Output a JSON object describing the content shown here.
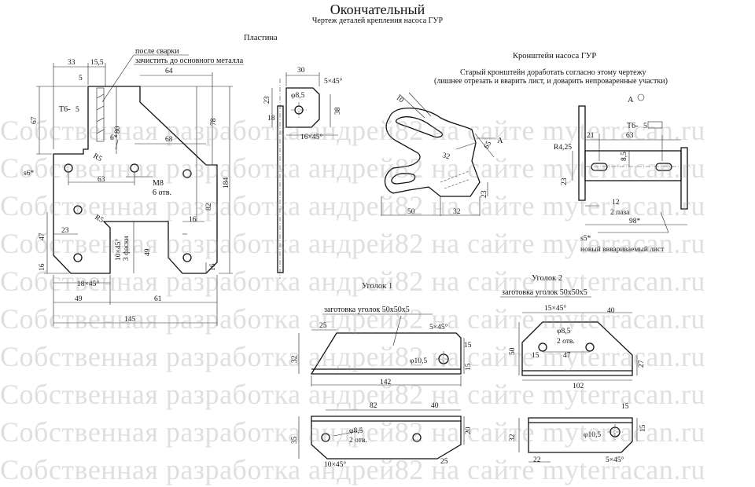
{
  "header": {
    "title": "Окончательный",
    "subtitle": "Чертеж деталей крепления насоса ГУР"
  },
  "watermark": {
    "text": "Собственная разработка андрей82 на сайте myterracan.ru",
    "rows": 10
  },
  "plate": {
    "heading": "Пластина",
    "note_line1": "после сварки",
    "note_line2": "зачистить до основного металла",
    "weld": "Т6-",
    "weld_len": "5",
    "dims": {
      "d33": "33",
      "d15_5": "15,5",
      "d5": "5",
      "d64": "64",
      "d67": "67",
      "d80": "80",
      "d6s": "6*",
      "d78": "78",
      "d68": "68",
      "r5a": "R5",
      "s6": "s6*",
      "d63": "63",
      "m8": "М8",
      "holes6": "6 отв.",
      "d184": "184",
      "r5b": "R5",
      "d47": "47",
      "d23": "23",
      "d16a": "16",
      "chamfer": "10×45°",
      "chamfer_note": "3 фаски",
      "d49v": "49",
      "d82": "82",
      "d16b": "16",
      "d16c": "16",
      "d18x45": "18×45°",
      "d49": "49",
      "d61": "61",
      "d145": "145"
    }
  },
  "small_part": {
    "dims": {
      "d30": "30",
      "d5x45": "5×45°",
      "d23": "23",
      "hole": "φ8,5",
      "d38": "38",
      "d18": "18",
      "d16x45": "16×45°"
    }
  },
  "bracket": {
    "heading": "Кронштейн насоса ГУР",
    "note_line1": "Старый кронштейн доработать согласно этому чертежу",
    "note_line2": "(лишнее отрезать и вварить лист, и доварить непроваренные участки)",
    "dims": {
      "d10": "10",
      "d32": "32",
      "d65": "65",
      "view": "А",
      "d50": "50",
      "d32b": "32",
      "d23": "23"
    }
  },
  "bracket_view": {
    "view_label": "А",
    "weld": "Т6-",
    "weld_len": "5",
    "dims": {
      "d21": "21",
      "d63": "63",
      "r": "R4,25",
      "d8_5": "8,5",
      "d23": "23",
      "d12": "12",
      "slots": "2 паза",
      "d98": "98*",
      "s5": "s5*",
      "new_sheet": "новый вввариваемый лист"
    }
  },
  "angle1": {
    "heading": "Уголок 1",
    "blank": "заготовка уголок 50х50х5",
    "dims": {
      "d25": "25",
      "d5x45": "5×45°",
      "d32": "32",
      "d15a": "15",
      "hole": "φ10,5",
      "d15b": "15",
      "d142": "142",
      "d82": "82",
      "d40": "40",
      "d35": "35",
      "hole2": "φ8,5",
      "holes2": "2 отв.",
      "d20": "20",
      "d10x45": "10×45°",
      "d25b": "25"
    }
  },
  "angle2": {
    "heading": "Уголок 2",
    "blank": "заготовка уголок 50х50х5",
    "dims": {
      "d15x45": "15×45°",
      "d40": "40",
      "d50": "50",
      "hole": "φ8,5",
      "holes2": "2 отв.",
      "d15": "15",
      "d47": "47",
      "d27": "27",
      "d102": "102",
      "d15b": "15",
      "d32": "32",
      "hole2": "φ10,5",
      "d15c": "15",
      "d22": "22",
      "d5x45": "5×45°"
    }
  }
}
